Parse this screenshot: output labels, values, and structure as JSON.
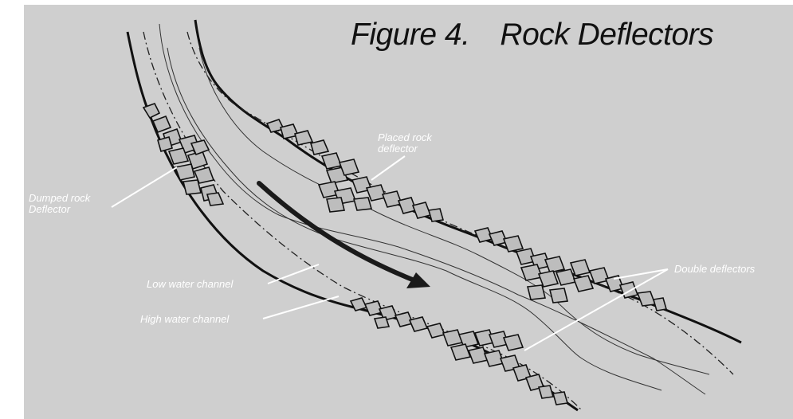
{
  "figure": {
    "number": "Figure 4.",
    "title": "Rock Deflectors"
  },
  "labels": {
    "dumped_rock_line1": "Dumped rock",
    "dumped_rock_line2": "Deflector",
    "placed_rock_line1": "Placed rock",
    "placed_rock_line2": "deflector",
    "double_deflectors": "Double deflectors",
    "low_water_channel": "Low water channel",
    "high_water_channel": "High water channel"
  },
  "colors": {
    "background": "#cfcfcf",
    "ink": "#111111",
    "label_text": "#ffffff",
    "rock_fill": "#bdbdbd",
    "arrow": "#1a1a1a"
  }
}
